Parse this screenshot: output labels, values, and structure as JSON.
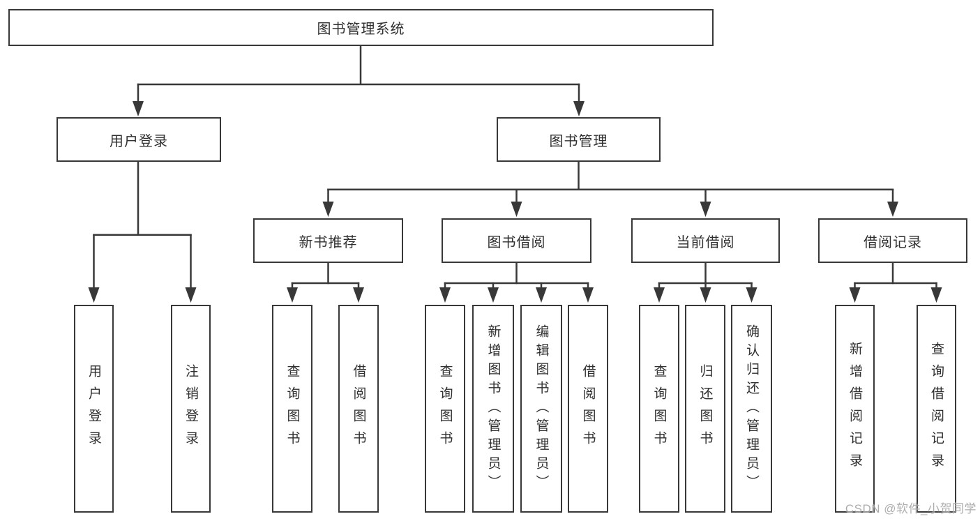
{
  "colors": {
    "line": "#383838",
    "box_border": "#383838",
    "text": "#2f2f2f",
    "background": "#ffffff",
    "watermark": "#9f9f9f"
  },
  "tree": {
    "label": "图书管理系统",
    "children": [
      {
        "label": "用户登录",
        "children": [
          {
            "label": "用户登录"
          },
          {
            "label": "注销登录"
          }
        ]
      },
      {
        "label": "图书管理",
        "children": [
          {
            "label": "新书推荐",
            "children": [
              {
                "label": "查询图书"
              },
              {
                "label": "借阅图书"
              }
            ]
          },
          {
            "label": "图书借阅",
            "children": [
              {
                "label": "查询图书"
              },
              {
                "label": "新增图书（管理员）"
              },
              {
                "label": "编辑图书（管理员）"
              },
              {
                "label": "借阅图书"
              }
            ]
          },
          {
            "label": "当前借阅",
            "children": [
              {
                "label": "查询图书"
              },
              {
                "label": "归还图书"
              },
              {
                "label": "确认归还（管理员）"
              }
            ]
          },
          {
            "label": "借阅记录",
            "children": [
              {
                "label": "新增借阅记录"
              },
              {
                "label": "查询借阅记录"
              }
            ]
          }
        ]
      }
    ]
  },
  "watermark": {
    "text": "CSDN @软件_小贺同学"
  }
}
